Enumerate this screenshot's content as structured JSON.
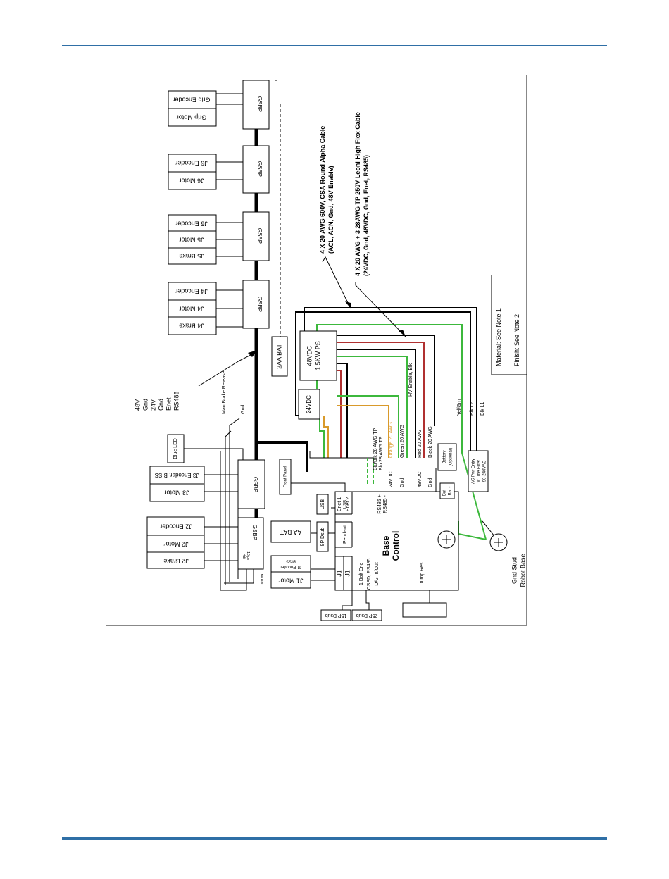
{
  "diagram": {
    "gsbp": "GSBP",
    "grip_motor": "Grip Motor",
    "grip_encoder": "Grip Encoder",
    "j6_motor": "J6 Motor",
    "j6_encoder": "J6 Encoder",
    "j5_brake": "J5 Brake",
    "j5_motor": "J5 Motor",
    "j5_encoder": "J5 Encoder",
    "j4_brake": "J4 Brake",
    "j4_motor": "J4 Motor",
    "j4_encoder": "J4 Encoder",
    "j3_motor": "J3 Motor",
    "j3_encoder": "J3 Encoder, BISS",
    "j2_brake": "J2 Brake",
    "j2_motor": "J2 Motor",
    "j2_encoder": "J2 Encoder",
    "j1_motor": "J1 Motor",
    "j1_encoder_a": "J1 Encoder",
    "j1_encoder_b": "BISS",
    "j1_a": "J1",
    "j1_b": "J1",
    "blue_led": "Blue LED",
    "aa_bat": "AA BAT",
    "bat_2aa": "2AA BAT",
    "front_panel": "Front Panel",
    "usb_a": "USB",
    "usb_b": "USB",
    "enet1": "Enet 1",
    "enet2": "Enet 2",
    "dsub9": "9P Dsub",
    "pendant": "Pendant",
    "dsub15": "15P Dsub",
    "dsub25": "25P Dsub",
    "base_control_a": "Base",
    "base_control_b": "Control",
    "enc_1bolt": "1 Bolt Enc",
    "cssd_rs485": "CSSD, RS485",
    "dio": "D/G In/Out",
    "dump_res": "Dump Res",
    "ps24": "24VDC",
    "ps48_a": "48VDC",
    "ps48_b": "1.5KW PS",
    "battery_a": "Battery",
    "battery_b": "(Optional)",
    "bat_plus": "Bat +",
    "bat_minus": "Bat -",
    "ac_entry_a": "AC Pwr Entry",
    "ac_entry_b": "w Line Filter",
    "ac_entry_c": "90-240VAC",
    "gnd_stud_a": "Gnd Stud",
    "gnd_stud_b": "Robot Base",
    "bus_48v": "48V",
    "bus_gnd1": "Gnd",
    "bus_24v": "24V",
    "bus_gnd2": "Gnd",
    "bus_enet": "Enet",
    "bus_rs485": "RS485",
    "man_brake": "Man Brake Release",
    "gnd_label": "Gnd",
    "small_pin": "10 pin",
    "small_hdr": "Hdr",
    "small_bkrel": "Bk Rel",
    "rs485p": "RS485 +",
    "rs485m": "RS485 -",
    "w_blublk": "Blu/Blk 28 AWG TP",
    "w_blu": "Blu 28 AWG TP",
    "w_24vdc": "24VDC",
    "w_orange": "Orange 20 AWG",
    "w_gnd1": "Gnd",
    "w_green": "Green 20 AWG",
    "w_48vdc": "48VDC",
    "w_red": "Red 20 AWG",
    "w_gnd2": "Gnd",
    "w_black": "Black 20 AWG",
    "w_hv": "HV Enable, Blk",
    "w_yelgrn": "Yel/Grn",
    "w_blkl2": "Blk L2",
    "w_blkl1": "Blk L1",
    "cable1_a": "4 X 20 AWG 600V, CSA Round Alpha Cable",
    "cable1_b": "(ACL, ACN, Gnd, 48V Enable)",
    "cable2_a": "4 X 20 AWG + 3 28AWG TP 250V Leoni High Flex Cable",
    "cable2_b": "(24VDC, Gnd, 48VDC, Gnd, Enet, RS485)",
    "note_material": "Material: See Note 1",
    "note_finish": "Finish: See Note 2"
  },
  "colors": {
    "rule": "#2f6fa6",
    "green_wire": "#3cb83c",
    "orange_wire": "#d99a2b",
    "red_wire": "#b03030",
    "black_wire": "#000000"
  }
}
